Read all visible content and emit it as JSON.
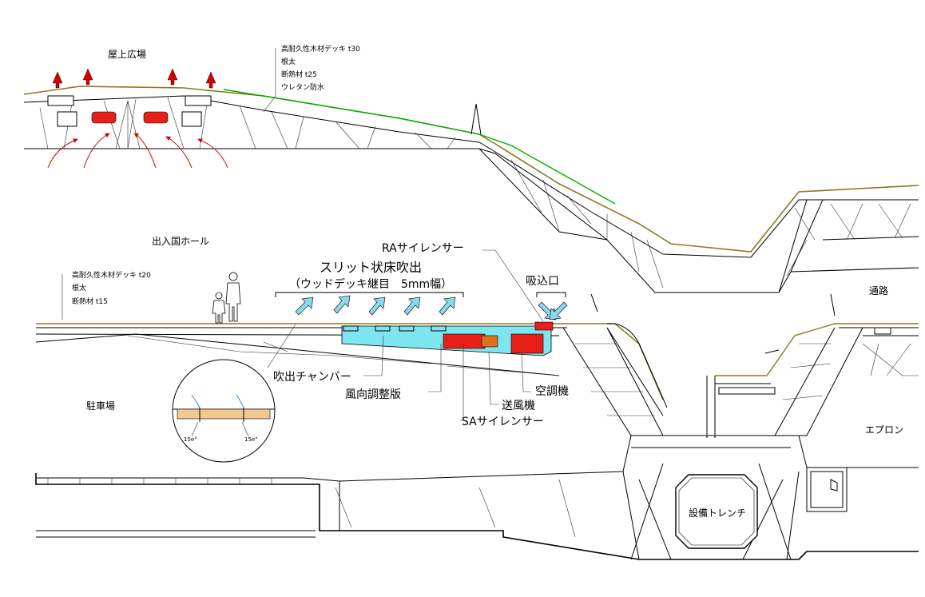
{
  "labels": {
    "rooftop_plaza": "屋上広場",
    "roof_layers": [
      "高耐久性木材デッキ t30",
      "根太",
      "断熱材 t25",
      "ウレタン防水"
    ],
    "departure_hall": "出入国ホール",
    "floor_layers": [
      "高耐久性木材デッキ t20",
      "根太",
      "断熱材 t15"
    ],
    "slit_title": "スリット状床吹出",
    "slit_sub": "（ウッドデッキ継目　5mm幅）",
    "ra_silencer": "RAサイレンサー",
    "intake": "吸込口",
    "passage": "通路",
    "chamber": "吹出チャンバー",
    "wind_plate": "風向調整版",
    "ac_unit": "空調機",
    "fan": "送風機",
    "sa_silencer": "SAサイレンサー",
    "parking": "駐車場",
    "apron": "エプロン",
    "trench": "設備トレンチ",
    "angle_left": "15e°",
    "angle_right": "15e°"
  },
  "colors": {
    "heat_arrow": "#d40000",
    "hot_unit": "#e8201a",
    "chamber_fill": "#7fe6f0",
    "supply_arrow": "#8ad8f0",
    "deck_line": "#00b000",
    "deck_olive": "#8a7a20",
    "wood": "#f0c890",
    "fan_orange": "#e07020"
  }
}
